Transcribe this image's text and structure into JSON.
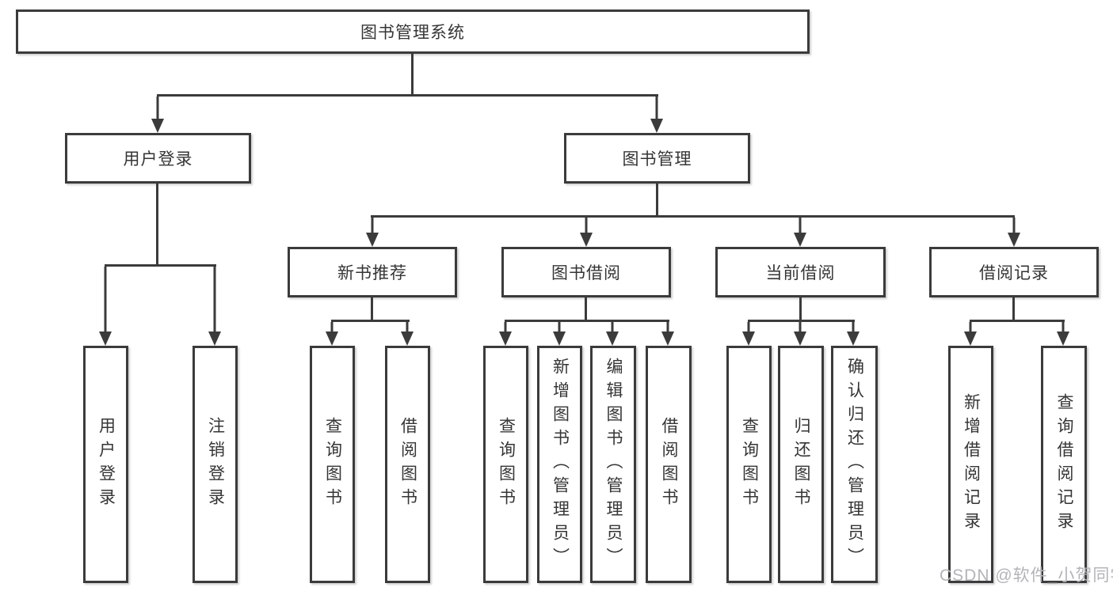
{
  "colors": {
    "stroke": "#3b3b3b",
    "node_fill": "#ffffff",
    "text": "#353535",
    "watermark": "#b4b4b8"
  },
  "tree": {
    "root": "图书管理系统",
    "branches": [
      {
        "label": "用户登录",
        "leaves": [
          "用户登录",
          "注销登录"
        ]
      },
      {
        "label": "图书管理",
        "groups": [
          {
            "label": "新书推荐",
            "leaves": [
              "查询图书",
              "借阅图书"
            ]
          },
          {
            "label": "图书借阅",
            "leaves": [
              "查询图书",
              "新增图书（管理员）",
              "编辑图书（管理员）",
              "借阅图书"
            ]
          },
          {
            "label": "当前借阅",
            "leaves": [
              "查询图书",
              "归还图书",
              "确认归还（管理员）"
            ]
          },
          {
            "label": "借阅记录",
            "leaves": [
              "新增借阅记录",
              "查询借阅记录"
            ]
          }
        ]
      }
    ]
  },
  "watermark": "CSDN @软件_小贺同学"
}
